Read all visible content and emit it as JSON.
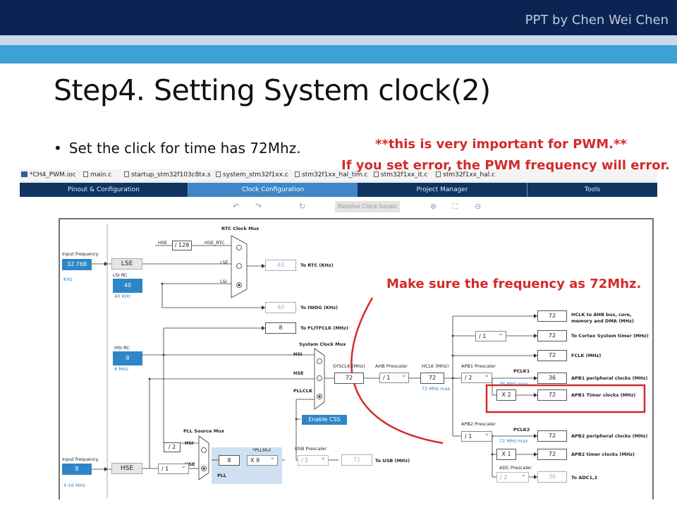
{
  "header": {
    "credit": "PPT by Chen Wei Chen"
  },
  "slide": {
    "title": "Step4. Setting System clock(2)",
    "bullet": "Set the click for time has 72Mhz.",
    "note_line1": "**this is very important for PWM.**",
    "note_line2": "If you set error, the PWM frequency will error.",
    "callout": "Make sure the frequency as 72Mhz."
  },
  "file_tabs": [
    "*CH4_PWM.ioc",
    "main.c",
    "startup_stm32f103c8tx.s",
    "system_stm32f1xx.c",
    "stm32f1xx_hal_tim.c",
    "stm32f1xx_it.c",
    "stm32f1xx_hal.c"
  ],
  "menu_tabs": [
    "Pinout & Configuration",
    "Clock Configuration",
    "Project Manager",
    "Tools"
  ],
  "toolbar": {
    "resolve_label": "Resolve Clock Issues"
  },
  "clock": {
    "rtc_mux_title": "RTC Clock Mux",
    "input_freq_label": "Input frequency",
    "lse_value": "32.768",
    "lse_unit": "KHz",
    "lse_label": "LSE",
    "lsi_rc_label": "LSI RC",
    "lsi_value": "40",
    "lsi_sub": "40 KHz",
    "hse_small": "HSE",
    "div128": "/ 128",
    "hse_rtc": "HSE_RTC",
    "lse_small": "LSE",
    "lsi_small": "LSI",
    "rtc_value": "40",
    "rtc_dest": "To RTC (KHz)",
    "iwdg_value": "40",
    "iwdg_dest": "To IWDG (KHz)",
    "flit_value": "8",
    "flit_dest": "To FLITFCLK (MHz)",
    "hsi_rc_label": "HSI RC",
    "hsi_value": "8",
    "hsi_sub": "8 MHz",
    "sys_mux_title": "System Clock Mux",
    "hsi_in": "HSI",
    "hse_in": "HSE",
    "pllclk_in": "PLLCLK",
    "enable_css": "Enable CSS",
    "sysclk_label": "SYSCLK (MHz)",
    "sysclk_value": "72",
    "ahb_label": "AHB Prescaler",
    "ahb_value": "/ 1",
    "hclk_label": "HCLK (MHz)",
    "hclk_value": "72",
    "hclk_max": "72 MHz max",
    "apb1_label": "APB1 Prescaler",
    "apb1_value": "/ 2",
    "pclk1_label": "PCLK1",
    "pclk1_max": "36 MHz max",
    "apb2_label": "APB2 Prescaler",
    "apb2_value": "/ 1",
    "pclk2_label": "PCLK2",
    "pclk2_max": "72 MHz max",
    "cortex_div": "/ 1",
    "x2": "X 2",
    "x1": "X 1",
    "adc_label": "ADC Prescaler",
    "adc_div": "/ 2",
    "out_hclk_value": "72",
    "out_hclk_label": "HCLK to AHB bus, core, memory and DMA (MHz)",
    "out_cortex_value": "72",
    "out_cortex_label": "To Cortex System timer (MHz)",
    "out_fclk_value": "72",
    "out_fclk_label": "FCLK (MHz)",
    "out_apb1p_value": "36",
    "out_apb1p_label": "APB1 peripheral clocks (MHz)",
    "out_apb1t_value": "72",
    "out_apb1t_label": "APB1 Timer clocks (MHz)",
    "out_apb2p_value": "72",
    "out_apb2p_label": "APB2 peripheral clocks (MHz)",
    "out_apb2t_value": "72",
    "out_apb2t_label": "APB2 timer clocks (MHz)",
    "out_adc_value": "36",
    "out_adc_label": "To ADC1,2",
    "pll_mux_title": "PLL Source Mux",
    "div2": "/ 2",
    "pll_hsi": "HSI",
    "pll_hse": "HSE",
    "input_freq2_label": "Input frequency",
    "hse_value": "8",
    "hse_range": "4-16 MHz",
    "hse_block": "HSE",
    "hse_div": "/ 1",
    "pll_in": "8",
    "pllmul_label": "*PLLMul",
    "pllmul_value": "X 9",
    "pll_label": "PLL",
    "usb_label": "USB Prescaler",
    "usb_div": "/ 1",
    "usb_value": "72",
    "usb_dest": "To USB (MHz)"
  },
  "colors": {
    "accent": "#2e86c6",
    "highlight_red": "#d52a2a",
    "nav": "#0e3461"
  }
}
